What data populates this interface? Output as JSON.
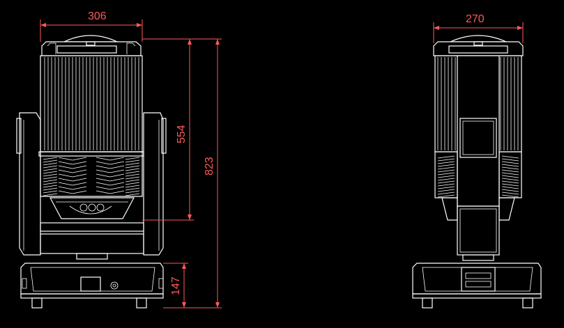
{
  "drawing": {
    "background": "#000000",
    "line_color": "#ffffff",
    "dimension_color": "#ff5a5a"
  },
  "dimensions": {
    "front_width": "306",
    "head_height": "554",
    "total_height": "823",
    "base_height": "147",
    "side_width": "270"
  }
}
